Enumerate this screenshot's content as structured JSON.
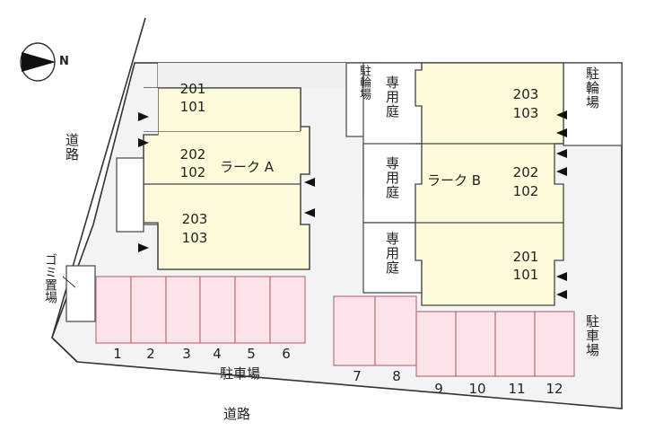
{
  "compass": {
    "label": "N",
    "icon": "north-arrow-icon"
  },
  "roads": {
    "west_label": "道路",
    "south_label": "道路"
  },
  "colors": {
    "building_fill": "#fdfbd9",
    "parking_fill": "#fde3ea",
    "parking_stroke": "#c0707a",
    "lot_fill": "#f3f3f5",
    "line": "#444444"
  },
  "building_a": {
    "name": "ラーク A",
    "units": [
      {
        "upper": "201",
        "lower": "101"
      },
      {
        "upper": "202",
        "lower": "102"
      },
      {
        "upper": "203",
        "lower": "103"
      }
    ]
  },
  "building_b": {
    "name": "ラーク B",
    "units": [
      {
        "upper": "203",
        "lower": "103"
      },
      {
        "upper": "202",
        "lower": "102"
      },
      {
        "upper": "201",
        "lower": "101"
      }
    ]
  },
  "gardens": [
    "専用庭",
    "専用庭",
    "専用庭"
  ],
  "bicycle_parking": [
    "駐輪場",
    "駐輪場"
  ],
  "garbage": {
    "label": "ゴミ置場"
  },
  "parking": {
    "lot_label_south": "駐車場",
    "lot_label_east": "駐車場",
    "spaces": [
      "1",
      "2",
      "3",
      "4",
      "5",
      "6",
      "7",
      "8",
      "9",
      "10",
      "11",
      "12"
    ]
  }
}
